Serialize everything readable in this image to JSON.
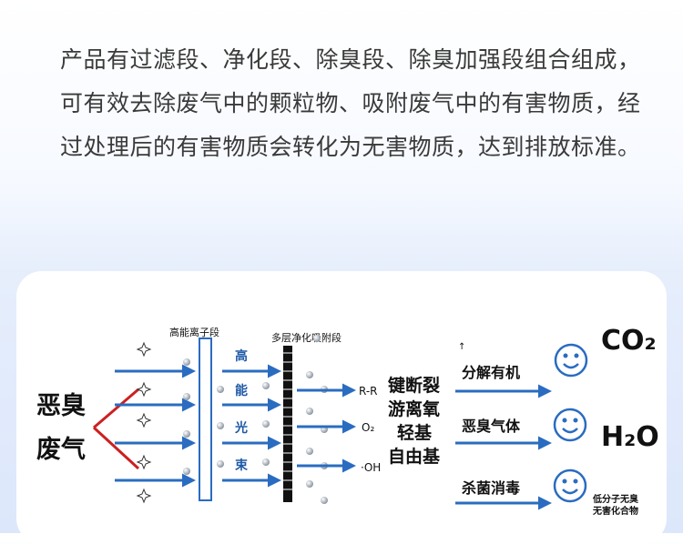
{
  "intro_text": "产品有过滤段、净化段、除臭段、除臭加强段组合组成，可有效去除废气中的颗粒物、吸附废气中的有害物质，经过处理后的有害物质会转化为无害物质，达到排放标准。",
  "diagram": {
    "source_line1": "恶臭",
    "source_line2": "废气",
    "stage1_label": "高能离子段",
    "stage1_chars": [
      "高",
      "能",
      "光",
      "束"
    ],
    "stage2_label": "多层净化吸附段",
    "radicals": [
      "R-R",
      "O₂",
      "·OH"
    ],
    "mechanism_lines": [
      "键断裂",
      "游离氧",
      "轻基",
      "自由基"
    ],
    "effects": [
      "分解有机",
      "恶臭气体",
      "杀菌消毒"
    ],
    "products": [
      "CO₂",
      "H₂O"
    ],
    "product3_line1": "低分子无臭",
    "product3_line2": "无害化合物",
    "tick_mark": "↑"
  },
  "colors": {
    "arrow_blue": "#2a6cc0",
    "fork_red": "#cc2020",
    "dot_gray": "#9aa4b0",
    "panel_bg": "#ffffff"
  }
}
